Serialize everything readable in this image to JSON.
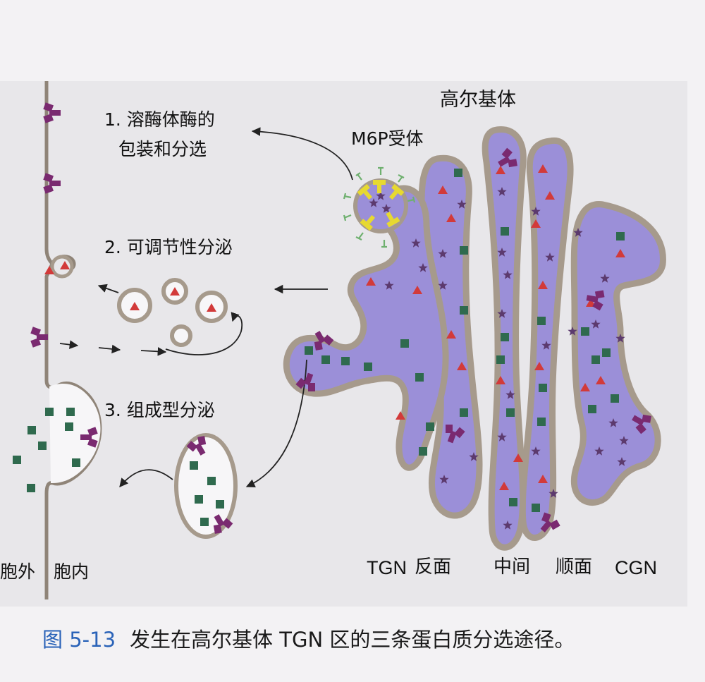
{
  "labels": {
    "golgi": "高尔基体",
    "m6p_receptor": "M6P受体",
    "pathway1_line1": "1. 溶酶体酶的",
    "pathway1_line2": "包装和分选",
    "pathway2": "2. 可调节性分泌",
    "pathway3": "3. 组成型分泌",
    "outside": "胞外",
    "inside": "胞内",
    "tgn": "TGN",
    "trans": "反面",
    "medial": "中间",
    "cis": "顺面",
    "cgn": "CGN"
  },
  "caption": {
    "number": "图 5-13",
    "text": "发生在高尔基体 TGN 区的三条蛋白质分选途径。"
  },
  "colors": {
    "cisterna_fill": "#9b8fd8",
    "membrane": "#a69a8c",
    "receptor": "#7a2a70",
    "triangle": "#d23a3a",
    "square": "#2f6a4e",
    "star": "#5c3a6e",
    "coat": "#e7d930",
    "coat_spike": "#6fb06f"
  }
}
